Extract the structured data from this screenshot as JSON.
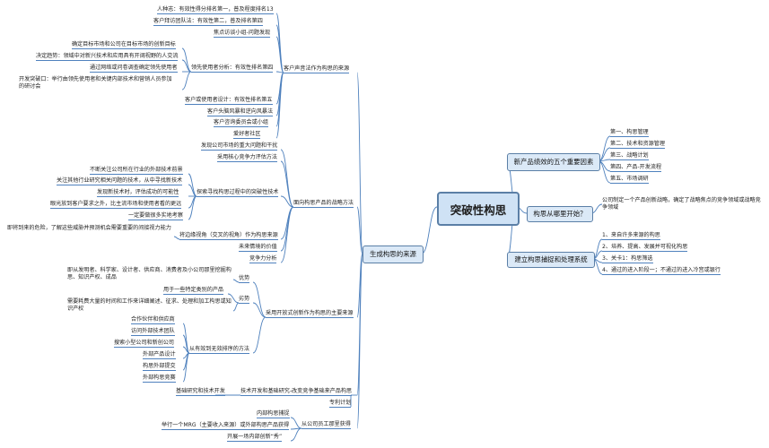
{
  "center": "突破性构思",
  "left_main": "生成构思的来源",
  "right_main": [
    {
      "label": "新产品绩效的五个重要因素",
      "items": [
        "第一、构思管理",
        "第二、技术和资源管理",
        "第三、战略计划",
        "第四、产品-开发流程",
        "第五、市场调研"
      ]
    },
    {
      "label": "构思从哪里开始？",
      "items": [
        "公司制定一个产品创新战略，确定了战略焦点的竞争领域或战略竞争领域"
      ]
    },
    {
      "label": "建立构思捕捉和处理系统",
      "items": [
        "1、来自许多来源的构思",
        "2、培养、提高、发展并可视化构思",
        "3、关卡1：构思筛选",
        "4、通过的进入阶段一；不通过的进入冷宫或银行"
      ]
    }
  ],
  "voc": {
    "label": "客户声音法作为构思的来源",
    "items": [
      "人种志：有效性得分排名第一，普及程度排名13",
      "客户拜访团队法：有效性第二，普及排名第四",
      "焦点访谈小组-问题发现",
      "客户或使用者设计：有效性排名第五",
      "客户头脑风暴和逆向风暴法",
      "客户咨询委员会或小组",
      "爱好者社区"
    ],
    "lead_user": {
      "label": "领先使用者分析：有效性排名第四",
      "items": [
        "确定目标市场和公司在目标市场的创新目标",
        "决定趋势：领域中对新兴技术和应用具有开阔视野的人交流",
        "通过网络或问卷调查确定领先使用者",
        "开发突破口：举行由领先使用者和关键内部技术和营销人员参加的研讨会"
      ]
    }
  },
  "strategy": {
    "label": "面向构思产品的战略方法",
    "items": [
      "发现公司市场的重大问题和干扰",
      "采用核心竞争力评估方法",
      "未来情境的价值",
      "竞争力分析"
    ],
    "disruptive": {
      "label": "探索寻找构思过程中的突破性技术",
      "items": [
        "不断关注公司所在行业的外部技术前景",
        "关注其他行业研究相关问题的技术，从中寻找新技术",
        "发现新技术时，评估成功的可能性",
        "眼光放到客户要求之外，比主流市场和使用者看的更远",
        "一定要做很多实地考察"
      ]
    },
    "peripheral": {
      "label": "将边缘视角（交叉的视角）作为构思来源",
      "items": [
        "即将到来的危险，了解这些威胁并预测机会需要重要的间接视力能力"
      ]
    }
  },
  "open": {
    "label": "采用开放式创新作为构思的主要来源",
    "pros": {
      "label": "优势",
      "items": [
        "即从发明者、科学家、设计者、供应商、消费者及小公司那里挖掘构思、知识产权、成品"
      ]
    },
    "cons": {
      "label": "劣势",
      "items": [
        "用于一些特定类别的产品",
        "需要耗费大量的时间和工作来详细阐述、征求、处理和加工构思或知识产权"
      ]
    },
    "effective": {
      "label": "从有效到无效排序的方法",
      "items": [
        "合作伙伴和供应商",
        "访问外部技术团队",
        "搜索小型公司和新创公司",
        "外部产品设计",
        "构思外部提交",
        "外部构思竞赛"
      ]
    }
  },
  "tech": {
    "label": "技术开发和基础研究-改变竞争基础来产品构思",
    "items": [
      "基础研究和技术开发"
    ]
  },
  "patent": {
    "label": "专利计划"
  },
  "employees": {
    "label": "从公司员工那里获得",
    "items": [
      "内部构思捕捉",
      "举行一个MRG（主要收入来源）或外部构思产品获得",
      "开展一场内部创新“秀”"
    ]
  }
}
